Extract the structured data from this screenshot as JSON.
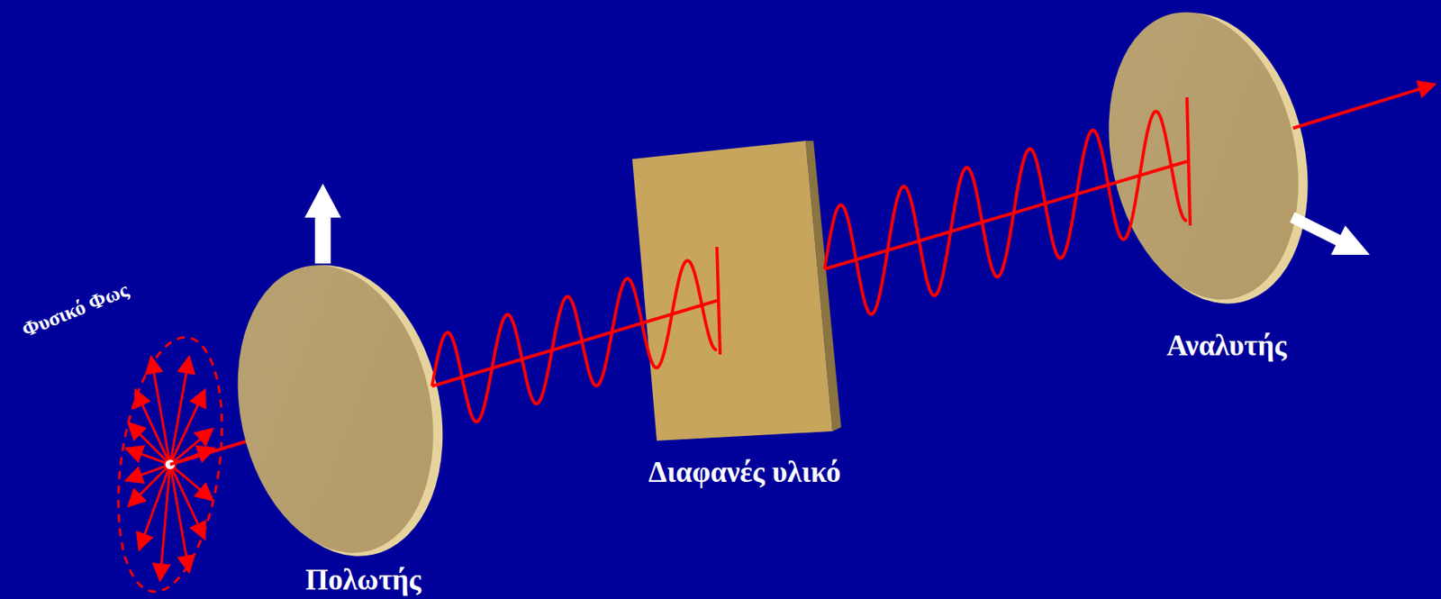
{
  "diagram": {
    "labels": [
      "Φυσικό Φως",
      "Πολωτής",
      "Διαφανές υλικό",
      "Αναλυτής"
    ]
  }
}
